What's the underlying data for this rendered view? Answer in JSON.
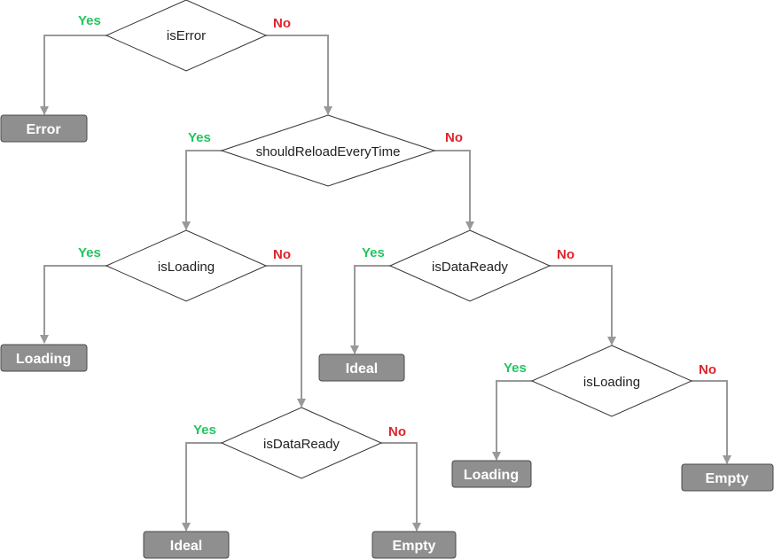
{
  "decisions": [
    {
      "id": "d1",
      "label": "isError"
    },
    {
      "id": "d2",
      "label": "shouldReloadEveryTime"
    },
    {
      "id": "d3",
      "label": "isLoading"
    },
    {
      "id": "d4",
      "label": "isDataReady"
    },
    {
      "id": "d5",
      "label": "isDataReady"
    },
    {
      "id": "d6",
      "label": "isLoading"
    }
  ],
  "terminals": [
    {
      "id": "t1",
      "label": "Error"
    },
    {
      "id": "t2",
      "label": "Loading"
    },
    {
      "id": "t3",
      "label": "Ideal"
    },
    {
      "id": "t4",
      "label": "Ideal"
    },
    {
      "id": "t5",
      "label": "Empty"
    },
    {
      "id": "t6",
      "label": "Loading"
    },
    {
      "id": "t7",
      "label": "Empty"
    }
  ],
  "branch_labels": {
    "yes": "Yes",
    "no": "No"
  },
  "colors": {
    "yes": "#22c55e",
    "no": "#e0242b",
    "terminal_fill": "#8f8f8f",
    "edge": "#999999"
  }
}
